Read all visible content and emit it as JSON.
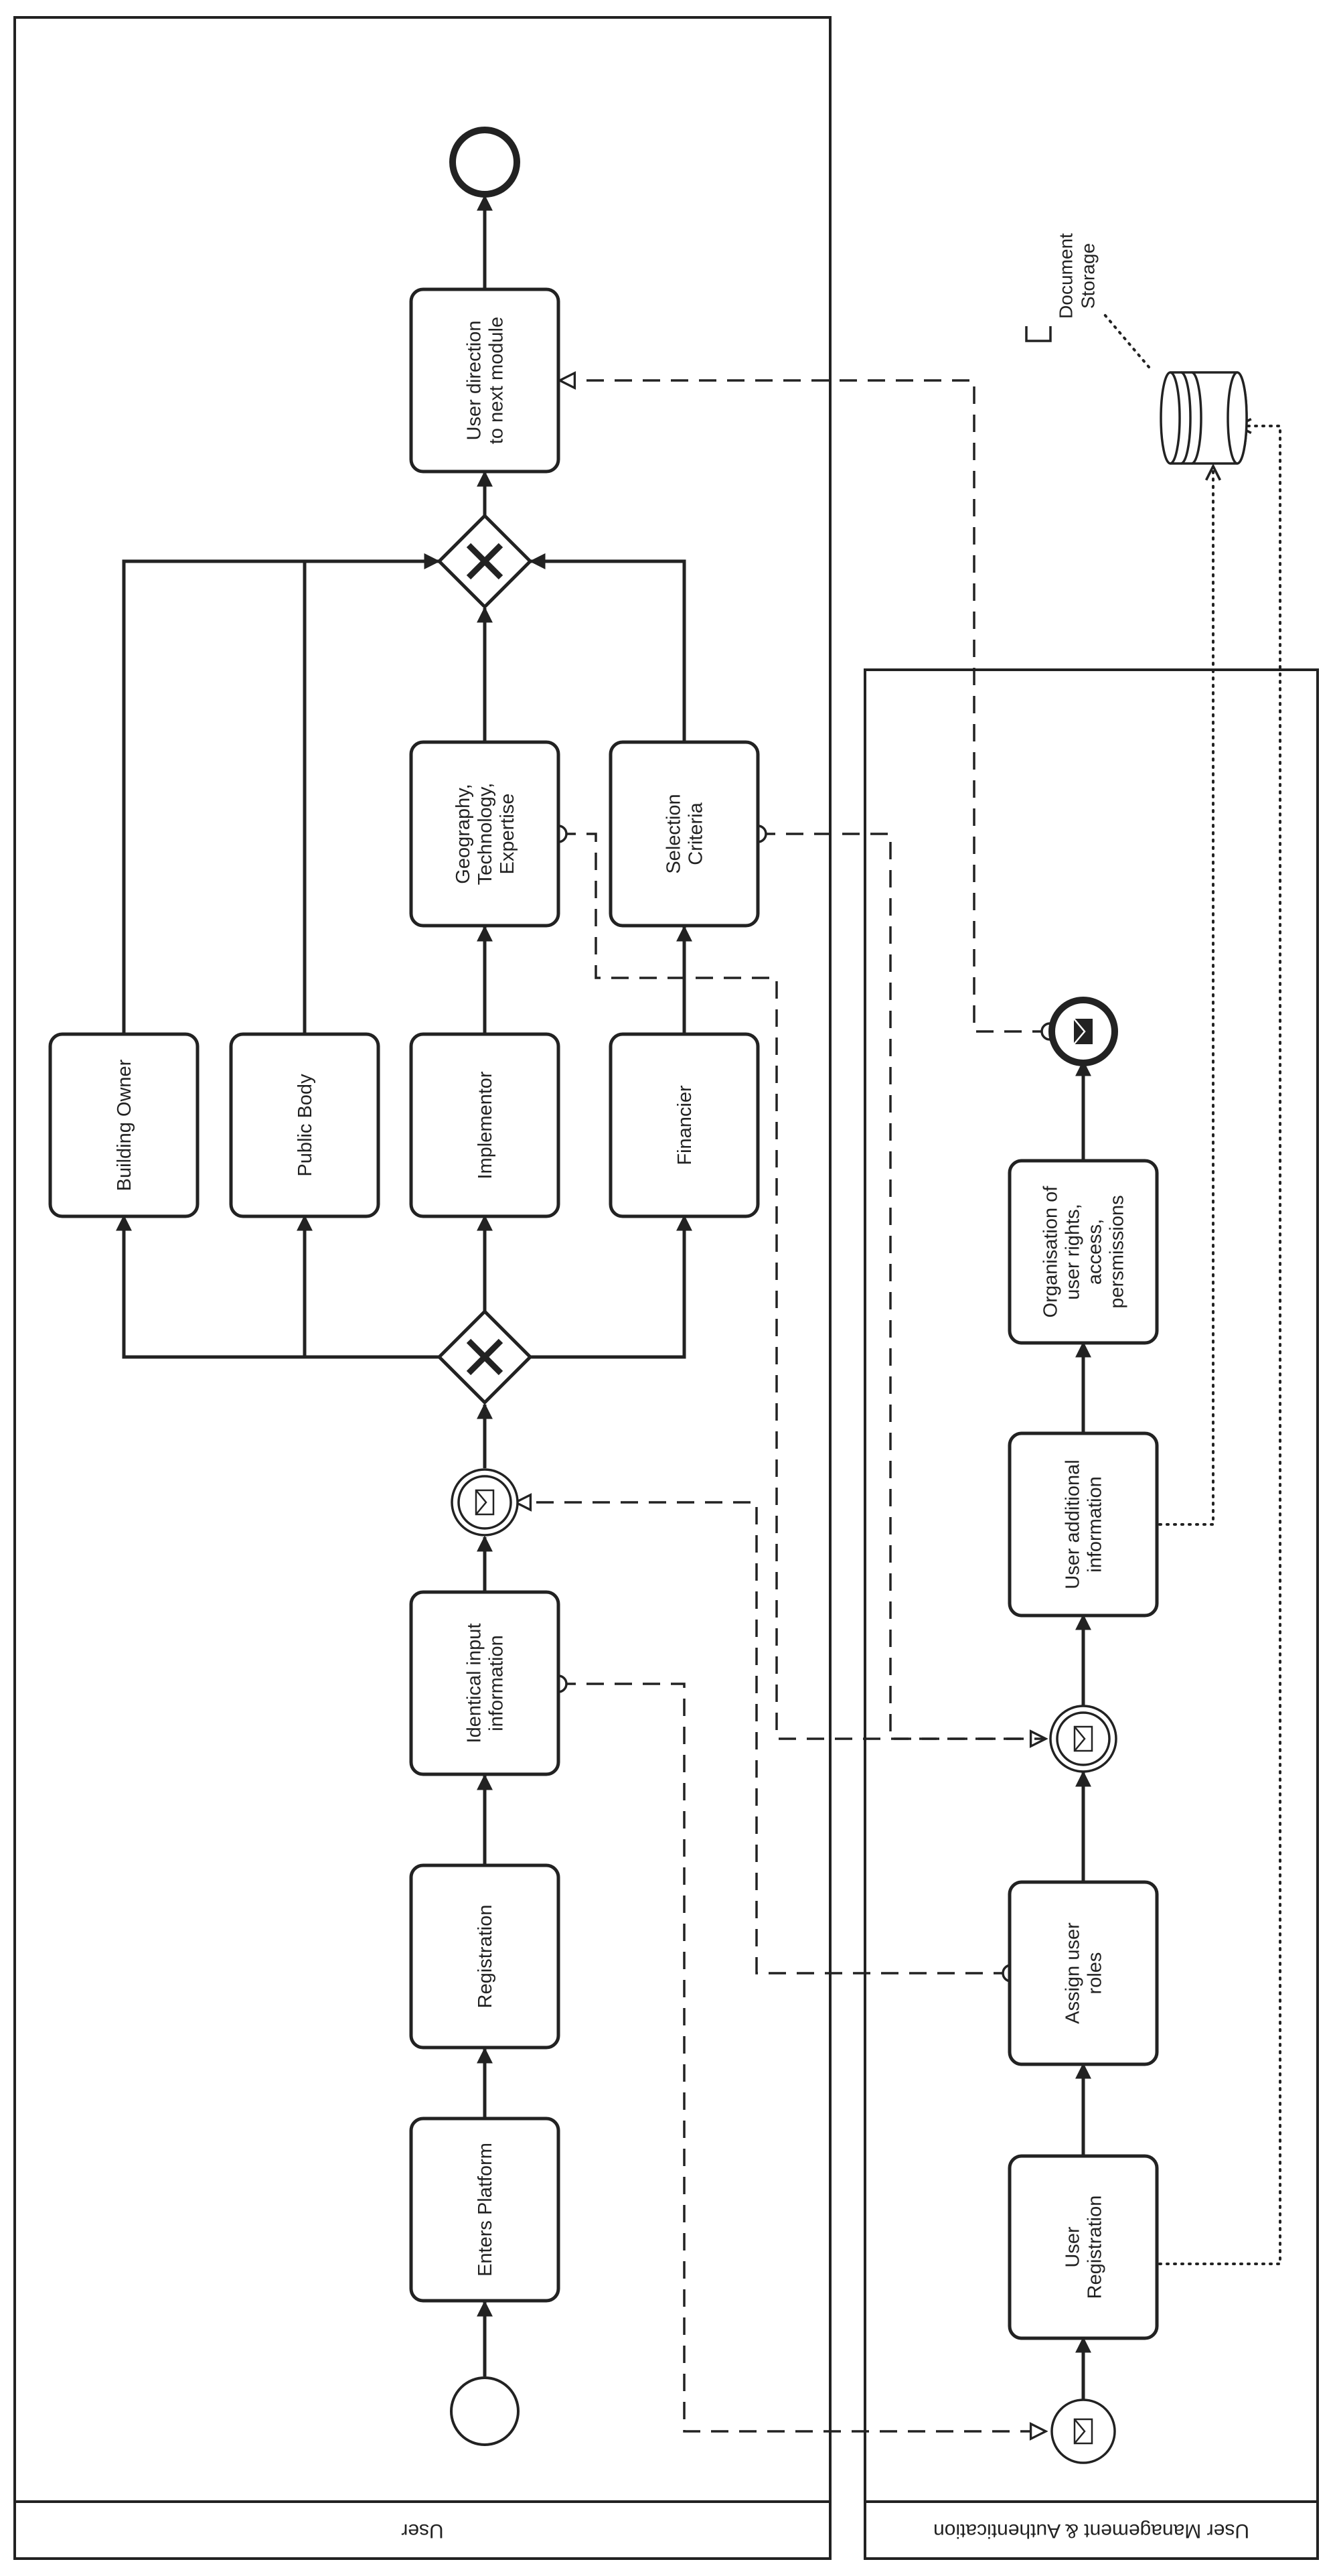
{
  "diagram": {
    "type": "bpmn-process",
    "colors": {
      "stroke": "#222222",
      "background": "#ffffff"
    },
    "lanes": {
      "user": {
        "label": "User"
      },
      "management": {
        "label": "User Management & Authentication"
      }
    },
    "tasks": {
      "enters_platform": [
        "Enters Platform"
      ],
      "registration": [
        "Registration"
      ],
      "identical_input": [
        "Identical input",
        "information"
      ],
      "building_owner": [
        "Building Owner"
      ],
      "public_body": [
        "Public Body"
      ],
      "implementor": [
        "Implementor"
      ],
      "financier": [
        "Financier"
      ],
      "geography": [
        "Geography,",
        "Technology,",
        "Expertise"
      ],
      "selection_criteria": [
        "Selection",
        "Criteria"
      ],
      "user_direction": [
        "User direction",
        "to next module"
      ],
      "user_registration": [
        "User",
        "Registration"
      ],
      "assign_roles": [
        "Assign user",
        "roles"
      ],
      "additional_info": [
        "User additional",
        "information"
      ],
      "organisation": [
        "Organisation of",
        "user rights,",
        "access,",
        "persmissions"
      ]
    },
    "artifacts": {
      "document_storage": [
        "Document",
        "Storage"
      ]
    },
    "icons": {
      "start": "start-event-icon",
      "end": "end-event-icon",
      "gateway": "exclusive-gateway-icon",
      "message_catch": "message-intermediate-catch-icon",
      "message_start": "message-start-event-icon",
      "message_end": "message-end-event-icon",
      "datastore": "data-store-icon"
    }
  }
}
